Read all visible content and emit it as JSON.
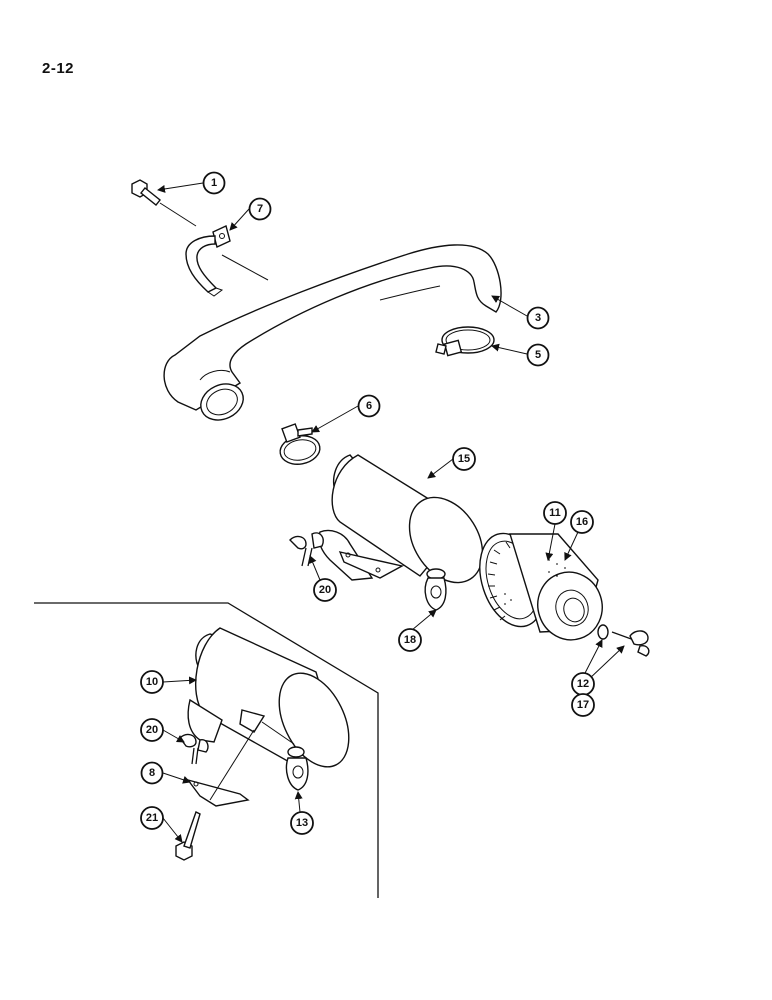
{
  "page": {
    "number": "2-12"
  },
  "callouts": {
    "c1": "1",
    "c7": "7",
    "c3": "3",
    "c5": "5",
    "c6": "6",
    "c15": "15",
    "c11": "11",
    "c16": "16",
    "c20a": "20",
    "c18": "18",
    "c12": "12",
    "c17": "17",
    "c10": "10",
    "c20b": "20",
    "c8": "8",
    "c21": "21",
    "c13": "13"
  }
}
